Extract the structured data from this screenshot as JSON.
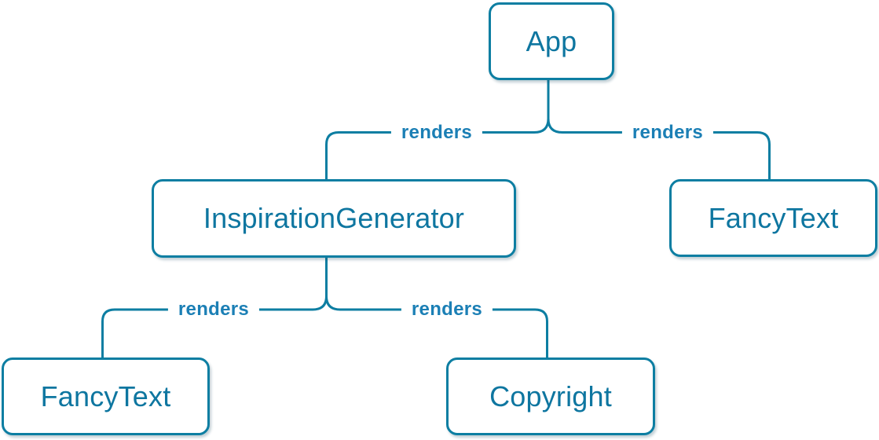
{
  "diagram": {
    "type": "component-render-tree",
    "nodes": [
      {
        "id": "app",
        "label": "App"
      },
      {
        "id": "inspiration-generator",
        "label": "InspirationGenerator"
      },
      {
        "id": "fancy-text-top",
        "label": "FancyText"
      },
      {
        "id": "fancy-text-bottom",
        "label": "FancyText"
      },
      {
        "id": "copyright",
        "label": "Copyright"
      }
    ],
    "edges": [
      {
        "from": "App",
        "to": "InspirationGenerator",
        "label": "renders"
      },
      {
        "from": "App",
        "to": "FancyText",
        "label": "renders"
      },
      {
        "from": "InspirationGenerator",
        "to": "FancyText",
        "label": "renders"
      },
      {
        "from": "InspirationGenerator",
        "to": "Copyright",
        "label": "renders"
      }
    ],
    "colors": {
      "node_border": "#0d7ea2",
      "node_fill": "#ffffff",
      "node_text": "#0e76a0",
      "edge_line": "#0d7ea2",
      "edge_label": "#1b7fb5"
    }
  }
}
